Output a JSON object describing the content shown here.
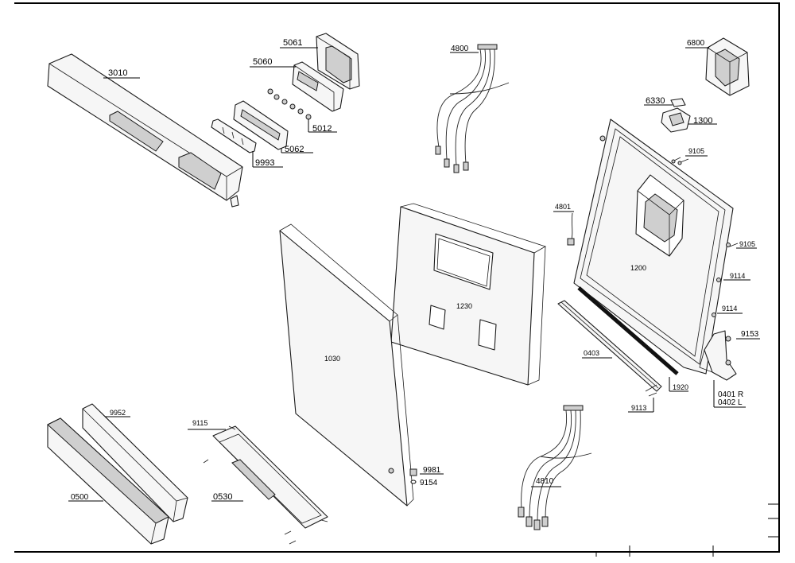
{
  "labels": {
    "p3010": "3010",
    "p5061": "5061",
    "p5060": "5060",
    "p5012": "5012",
    "p5062": "5062",
    "p9993": "9993",
    "p4800": "4800",
    "p6800": "6800",
    "p6330": "6330",
    "p1300": "1300",
    "p9105a": "9105",
    "p9105b": "9105",
    "p4801": "4801",
    "p1200": "1200",
    "p9114a": "9114",
    "p9114b": "9114",
    "p9153": "9153",
    "p1230": "1230",
    "p1030": "1030",
    "p0403": "0403",
    "p1920": "1920",
    "p0401": "0401 R",
    "p0402": "0402 L",
    "p9113": "9113",
    "p9952": "9952",
    "p9115": "9115",
    "p0500": "0500",
    "p0530": "0530",
    "p9981": "9981",
    "p9154": "9154",
    "p4810": "4810"
  }
}
